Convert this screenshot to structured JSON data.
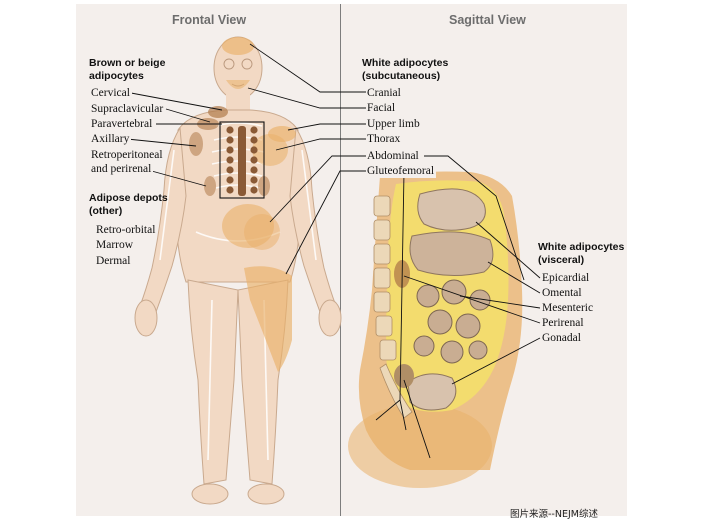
{
  "frontal": {
    "title": "Frontal View",
    "brown_heading": [
      "Brown or beige",
      "adipocytes"
    ],
    "brown_items": [
      "Cervical",
      "Supraclavicular",
      "Paravertebral",
      "Axillary",
      "Retroperitoneal",
      "and perirenal"
    ],
    "depot_heading": [
      "Adipose depots",
      "(other)"
    ],
    "depot_items": [
      "Retro-orbital",
      "Marrow",
      "Dermal"
    ]
  },
  "sagittal": {
    "title": "Sagittal View",
    "subq_heading": [
      "White adipocytes",
      "(subcutaneous)"
    ],
    "subq_items": [
      "Cranial",
      "Facial",
      "Upper limb",
      "Thorax",
      "Abdominal",
      "Gluteofemoral"
    ],
    "visc_heading": [
      "White adipocytes",
      "(visceral)"
    ],
    "visc_items": [
      "Epicardial",
      "Omental",
      "Mesenteric",
      "Perirenal",
      "Gonadal"
    ]
  },
  "credit": "图片来源--NEJM综述",
  "colors": {
    "skin": "#f2d9c4",
    "bone": "#f7ecde",
    "fat": "#e9b06a",
    "brown_fat": "#b07a4a",
    "vertebra": "#8a5a36",
    "organ": "#d8c2ad",
    "viscera_yellow": "#f3dc6e"
  }
}
